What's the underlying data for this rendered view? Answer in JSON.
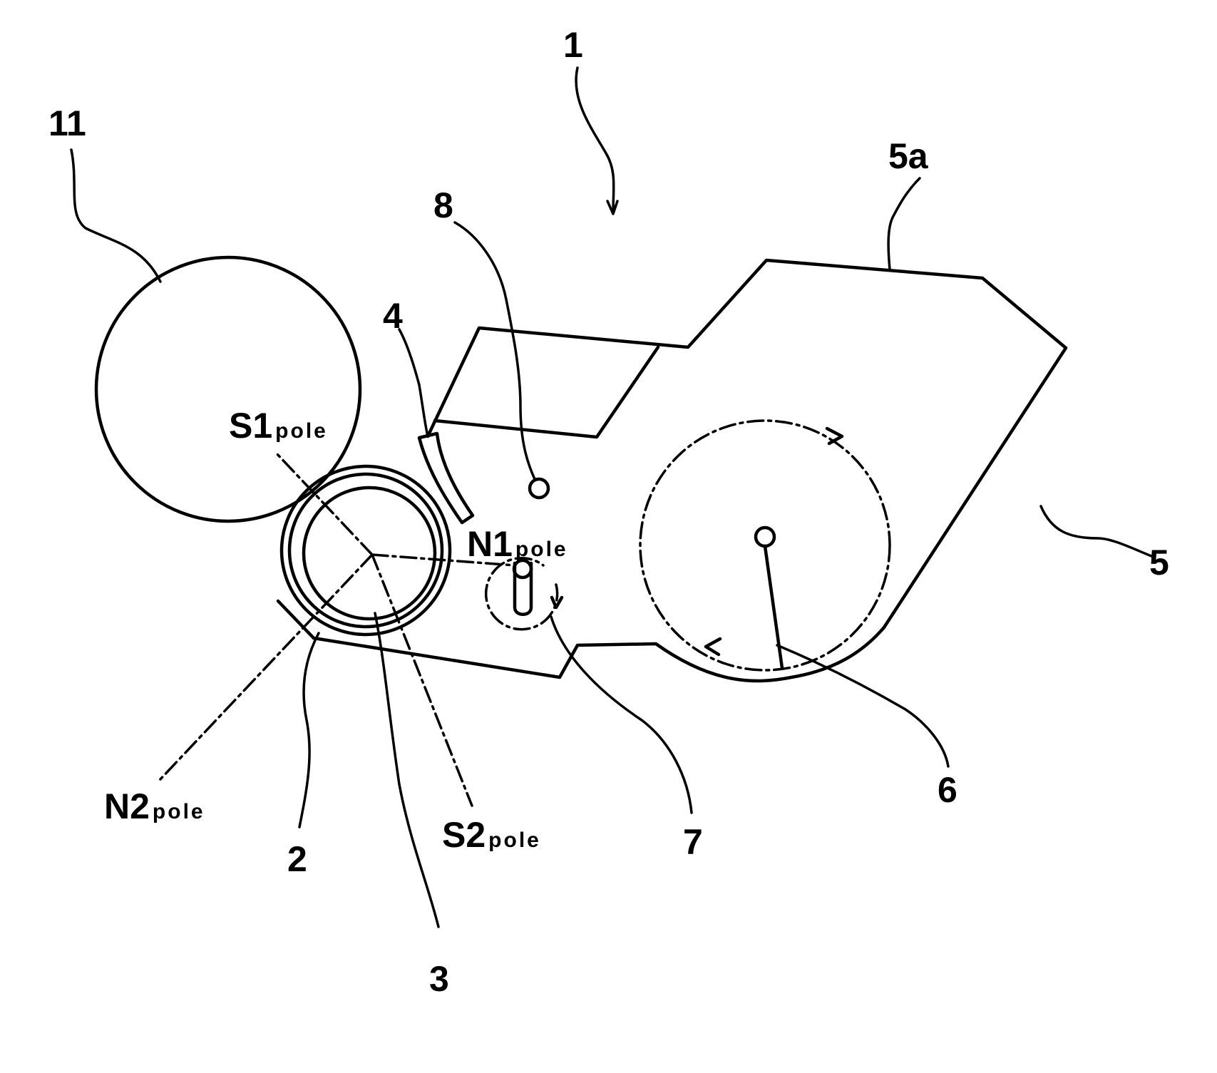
{
  "labels": {
    "apparatus": "1",
    "roller_11": "11",
    "housing_5": "5",
    "housing_5a": "5a",
    "sleeve_2": "2",
    "magnet_3": "3",
    "blade_4": "4",
    "agitator_6": "6",
    "screw_7": "7",
    "pivot_8": "8"
  },
  "poles": {
    "s1": {
      "main": "S1",
      "sub": "pole"
    },
    "n1": {
      "main": "N1",
      "sub": "pole"
    },
    "n2": {
      "main": "N2",
      "sub": "pole"
    },
    "s2": {
      "main": "S2",
      "sub": "pole"
    }
  }
}
